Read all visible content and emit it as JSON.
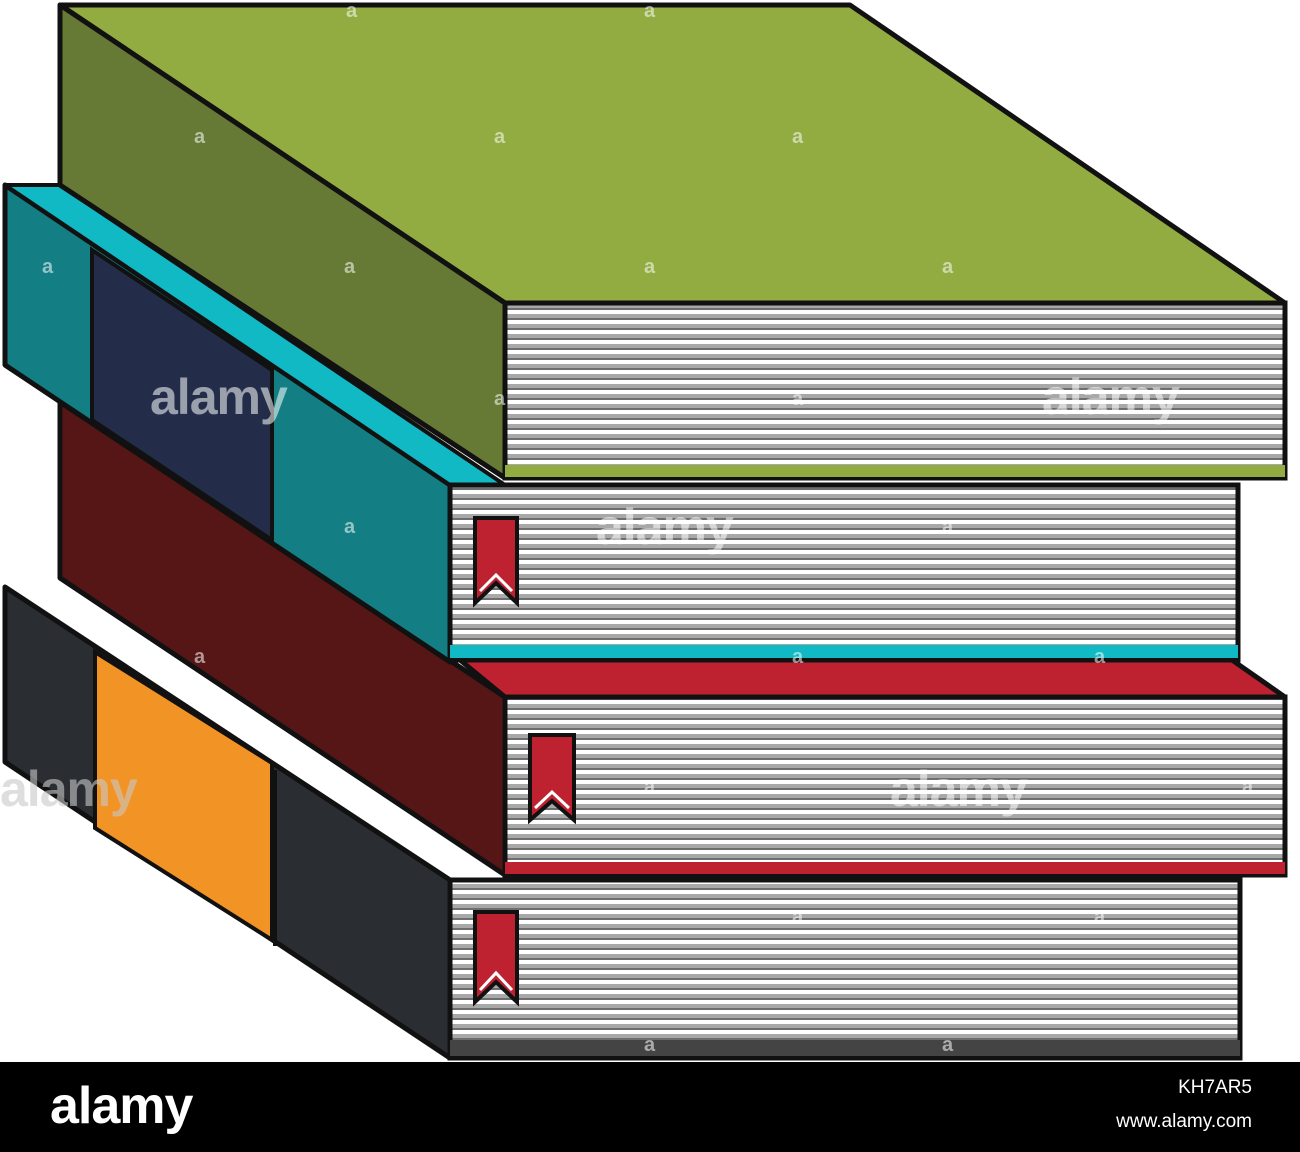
{
  "watermark": {
    "text": "alamy",
    "mark": "a"
  },
  "footer": {
    "logo": "alamy",
    "image_id": "KH7AR5",
    "url": "www.alamy.com"
  },
  "colors": {
    "green_cover": "#92ac42",
    "green_spine": "#677a35",
    "teal_light": "#10b9c4",
    "teal_dark": "#137e84",
    "navy": "#232d4a",
    "maroon": "#561616",
    "red": "#be2231",
    "charcoal": "#2a2e33",
    "orange": "#f29425",
    "outline": "#111111"
  }
}
